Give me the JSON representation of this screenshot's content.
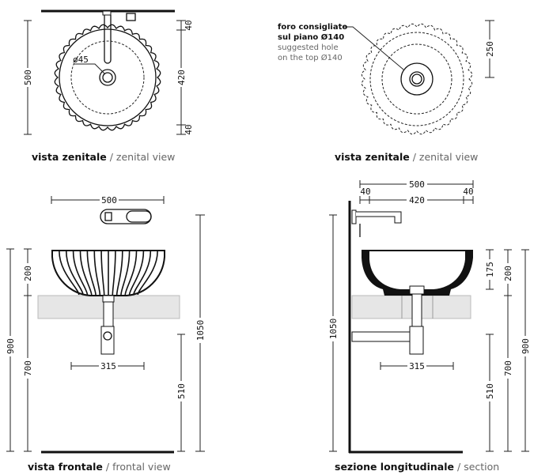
{
  "views": {
    "top_left": {
      "caption_bold": "vista zenitale",
      "caption_sep": " / ",
      "caption_light": "zenital view",
      "dims": {
        "overall": "500",
        "margin_top": "40",
        "inner": "420",
        "margin_bottom": "40",
        "drain": "ø45"
      }
    },
    "top_right": {
      "caption_bold": "vista zenitale",
      "caption_sep": " / ",
      "caption_light": "zenital view",
      "note_it_1": "foro consigliato",
      "note_it_2": "sul piano Ø140",
      "note_en_1": "suggested hole",
      "note_en_2": "on the top Ø140",
      "dims": {
        "radius": "250"
      }
    },
    "front": {
      "caption_bold": "vista frontale",
      "caption_sep": " / ",
      "caption_light": "frontal view",
      "dims": {
        "width": "500",
        "height_basin": "200",
        "total": "900",
        "counter": "700",
        "trap": "315",
        "drain_height": "510",
        "tap_height": "1050"
      }
    },
    "section": {
      "caption_bold": "sezione longitudinale",
      "caption_sep": " / ",
      "caption_light": "section",
      "dims": {
        "width": "500",
        "margin_left": "40",
        "inner": "420",
        "margin_right": "40",
        "depth_inner": "175",
        "height_basin": "200",
        "counter": "700",
        "total": "900",
        "tap_height": "1050",
        "trap": "315",
        "drain_height": "510"
      }
    }
  },
  "colors": {
    "counter_fill": "#e6e6e6",
    "line": "#111111",
    "caption_light": "#666666"
  }
}
